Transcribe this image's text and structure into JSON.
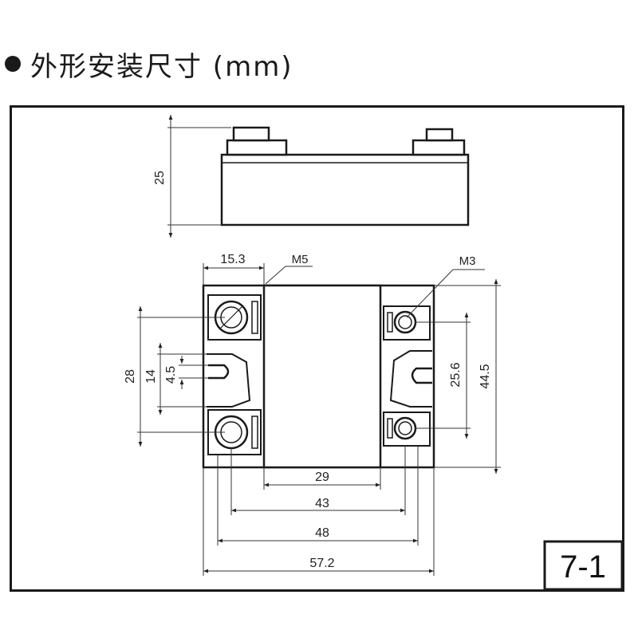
{
  "heading": {
    "text": "外形安装尺寸 (mm)"
  },
  "dimensions": {
    "height": "25",
    "terminal_offset": "15.3",
    "mounting_pitch_left": "28",
    "slot_height": "14",
    "slot_width": "4.5",
    "terminal_pitch_right": "25.6",
    "body_depth": "44.5",
    "cover_width": "29",
    "terminal_span": "43",
    "mounting_span": "48",
    "overall_width": "57.2"
  },
  "labels": {
    "screw_large": "M5",
    "screw_small": "M3"
  },
  "figure_number": "7-1"
}
